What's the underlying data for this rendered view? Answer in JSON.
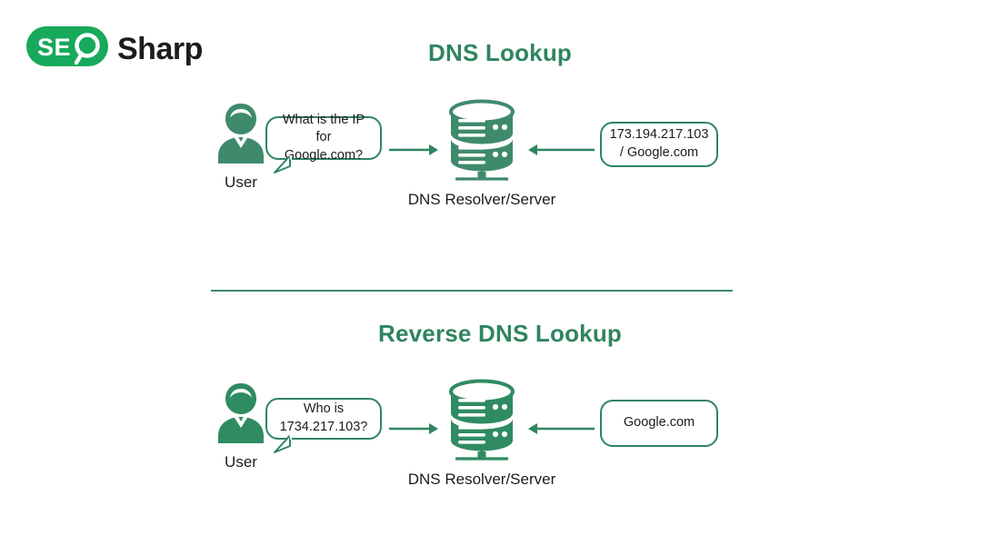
{
  "brand": {
    "logo_text_mark": "SEO",
    "logo_text_word": "Sharp",
    "logo_icon": "seo-magnifier-icon",
    "brand_green": "#17a95c",
    "wordmark_color": "#1c1c1c"
  },
  "theme": {
    "title_green": "#2f8560",
    "stroke_green": "#2f8560",
    "server_green_top": "#3f8a6c",
    "server_green_bottom": "#2e8b62",
    "divider_color": "#3b8a68",
    "text_color": "#1c1c1c",
    "background": "#ffffff"
  },
  "sections": [
    {
      "id": "dns-lookup",
      "title": "DNS Lookup",
      "user_label": "User",
      "user_icon": "user-avatar-icon",
      "question": "What is the IP for Google.com?",
      "server_icon": "database-server-icon",
      "server_label": "DNS Resolver/Server",
      "answer": "173.194.217.103 / Google.com",
      "arrow_request": "arrow-right-icon",
      "arrow_response": "arrow-left-icon"
    },
    {
      "id": "reverse-dns-lookup",
      "title": "Reverse DNS Lookup",
      "user_label": "User",
      "user_icon": "user-avatar-icon",
      "question": "Who is 1734.217.103?",
      "server_icon": "database-server-icon",
      "server_label": "DNS Resolver/Server",
      "answer": "Google.com",
      "arrow_request": "arrow-right-icon",
      "arrow_response": "arrow-left-icon"
    }
  ]
}
